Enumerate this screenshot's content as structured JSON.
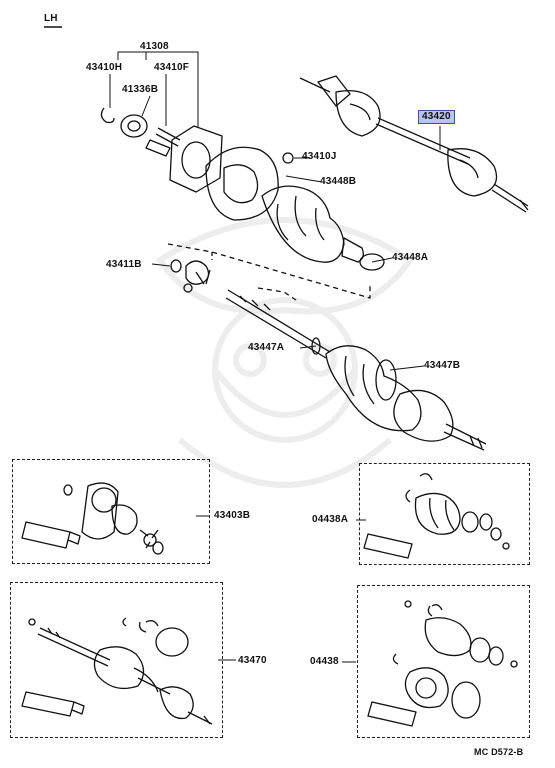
{
  "diagram": {
    "side_label": "LH",
    "footer_code": "MC D572-B",
    "highlight_color": "#b9c4ee",
    "parts": {
      "p41308": "41308",
      "p43410H": "43410H",
      "p43410F": "43410F",
      "p41336B": "41336B",
      "p43420": "43420",
      "p43410J": "43410J",
      "p43448B": "43448B",
      "p43448A": "43448A",
      "p43411B": "43411B",
      "p43447A": "43447A",
      "p43447B": "43447B",
      "p43403B": "43403B",
      "p04438A": "04438A",
      "p43470": "43470",
      "p04438": "04438"
    }
  }
}
